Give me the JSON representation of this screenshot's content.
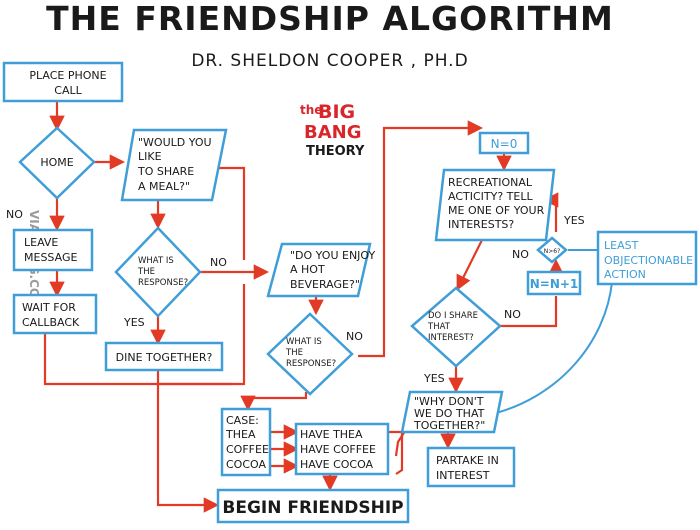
{
  "title": "THE FRIENDSHIP ALGORITHM",
  "subtitle": "DR. SHELDON COOPER , PH.D",
  "logo": {
    "line1": "the",
    "line2": "BIG",
    "line3": "BANG",
    "line4": "THEORY"
  },
  "watermark": "VIA 9GAG.COM",
  "nodes": {
    "place_call": [
      "PLACE PHONE",
      "CALL"
    ],
    "home": [
      "HOME"
    ],
    "share_meal": [
      "\"WOULD YOU",
      "LIKE",
      "TO SHARE",
      "A MEAL?\""
    ],
    "leave_message": [
      "LEAVE",
      "MESSAGE"
    ],
    "wait_callback": [
      "WAIT FOR",
      "CALLBACK"
    ],
    "response1": [
      "WHAT IS",
      "THE",
      "RESPONSE?"
    ],
    "dine_together": [
      "DINE TOGETHER?"
    ],
    "enjoy_beverage": [
      "\"DO YOU ENJOY",
      "A HOT",
      "BEVERAGE?\""
    ],
    "response2": [
      "WHAT IS",
      "THE",
      "RESPONSE?"
    ],
    "case": [
      "CASE:",
      "THEA",
      "COFFEE",
      "COCOA"
    ],
    "have": [
      "HAVE THEA",
      "HAVE COFFEE",
      "HAVE COCOA"
    ],
    "begin_friendship": [
      "BEGIN FRIENDSHIP"
    ],
    "n_zero": [
      "N=0"
    ],
    "recreational": [
      "RECREATIONAL",
      "ACTICITY? TELL",
      "ME ONE OF YOUR",
      "INTERESTS?"
    ],
    "n_check": [
      "N>6?"
    ],
    "n_increment": [
      "N=N+1"
    ],
    "least_action": [
      "LEAST",
      "OBJECTIONABLE",
      "ACTION"
    ],
    "share_interest": [
      "DO I SHARE",
      "THAT",
      "INTEREST?"
    ],
    "why_dont": [
      "\"WHY DON'T",
      "WE DO THAT",
      "TOGETHER?\""
    ],
    "partake": [
      "PARTAKE IN",
      "INTEREST"
    ]
  },
  "edge_labels": {
    "no1": "NO",
    "yes1": "YES",
    "no2": "NO",
    "no3": "NO",
    "yes2": "YES",
    "no4": "NO",
    "yes3": "YES",
    "no5": "NO"
  },
  "colors": {
    "box": "#3f9ed8",
    "arrow": "#e23a24",
    "ink": "#1a1a1a",
    "logo": "#d8262b"
  }
}
